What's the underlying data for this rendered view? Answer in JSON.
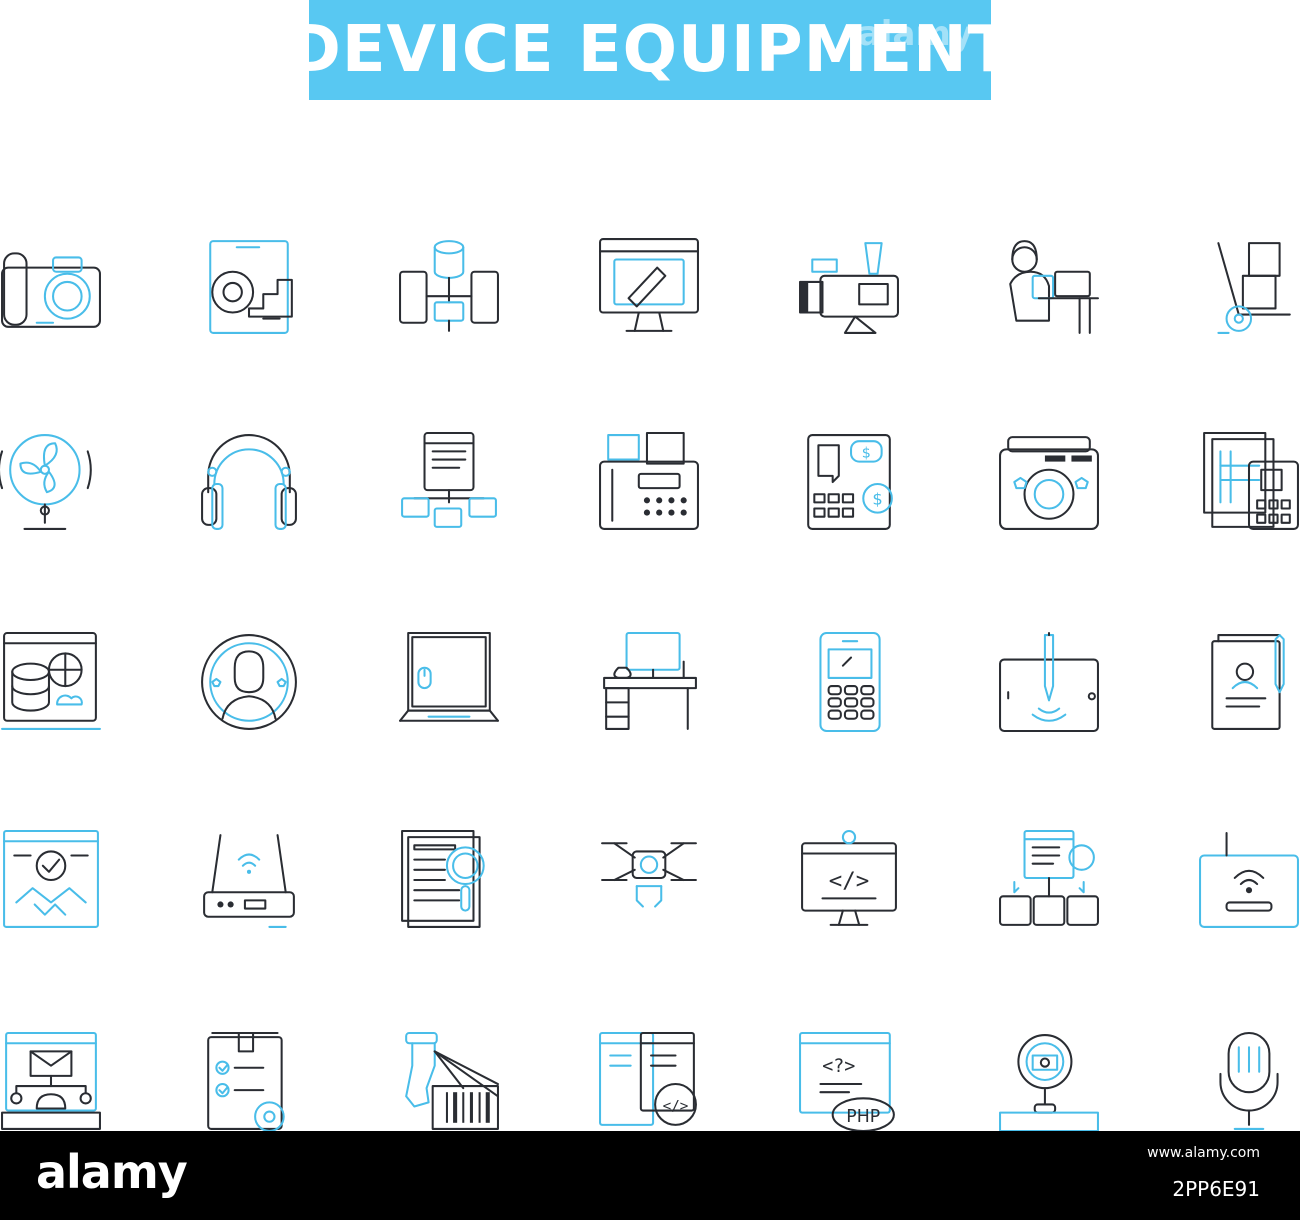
{
  "title": {
    "text": "DEVICE EQUIPMENT",
    "watermark": "alamy"
  },
  "colors": {
    "accent": "#58c8f2",
    "outline": "#2a2d33",
    "icon_blue": "#49bde9",
    "footer": "#000000"
  },
  "icons": [
    [
      "camera-icon",
      "gear-chart-icon",
      "server-network-icon",
      "monitor-design-icon",
      "video-camera-icon",
      "person-laptop-icon",
      "hand-truck-icon"
    ],
    [
      "fan-icon",
      "headphones-icon",
      "network-diagram-icon",
      "fax-machine-icon",
      "payment-terminal-icon",
      "photo-camera-icon",
      "card-terminal-icon"
    ],
    [
      "database-globe-icon",
      "user-avatar-icon",
      "laptop-icon",
      "desk-computer-icon",
      "mobile-phone-icon",
      "tablet-stylus-icon",
      "profile-document-icon"
    ],
    [
      "handshake-deal-icon",
      "wifi-router-icon",
      "document-search-icon",
      "drone-icon",
      "code-monitor-icon",
      "code-network-icon",
      "router-device-icon"
    ],
    [
      "email-network-icon",
      "checklist-icon",
      "barcode-scanner-icon",
      "code-sphere-icon",
      "php-code-icon",
      "webcam-icon",
      "microphone-icon"
    ]
  ],
  "footer": {
    "logo": "alamy",
    "image_id": "2PP6E91",
    "url": "www.alamy.com"
  }
}
